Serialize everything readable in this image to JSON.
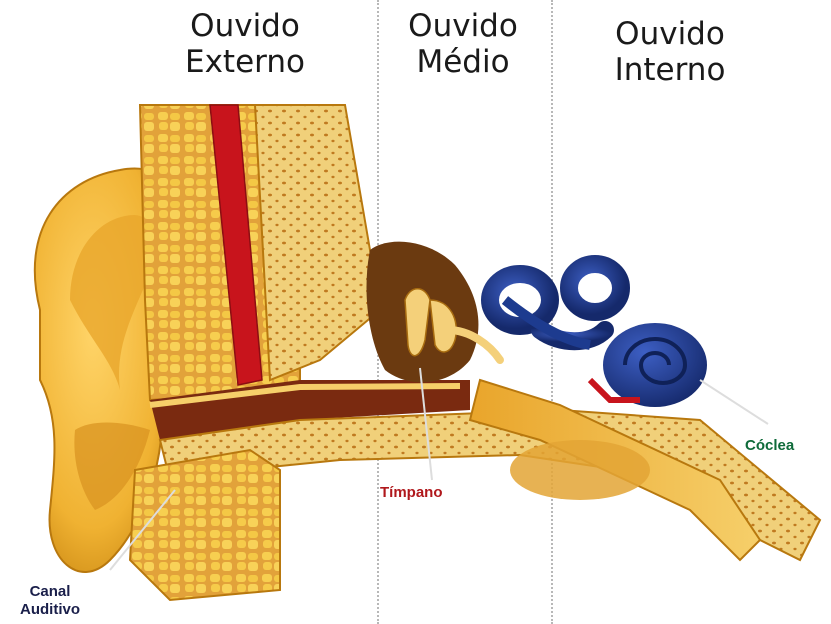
{
  "sections": [
    {
      "line1": "Ouvido",
      "line2": "Externo"
    },
    {
      "line1": "Ouvido",
      "line2": "Médio"
    },
    {
      "line1": "Ouvido",
      "line2": "Interno"
    }
  ],
  "labels": {
    "timpano": "Tímpano",
    "coclea": "Cóclea",
    "canal_line1": "Canal",
    "canal_line2": "Auditivo"
  },
  "colors": {
    "timpano": "#b0181c",
    "coclea": "#0f6b3a",
    "canal": "#1a1f4a",
    "tissue": "#f2c248",
    "bone": "#efd48a",
    "cochlea_blue": "#1d3b8f",
    "artery_red": "#c8141c"
  }
}
